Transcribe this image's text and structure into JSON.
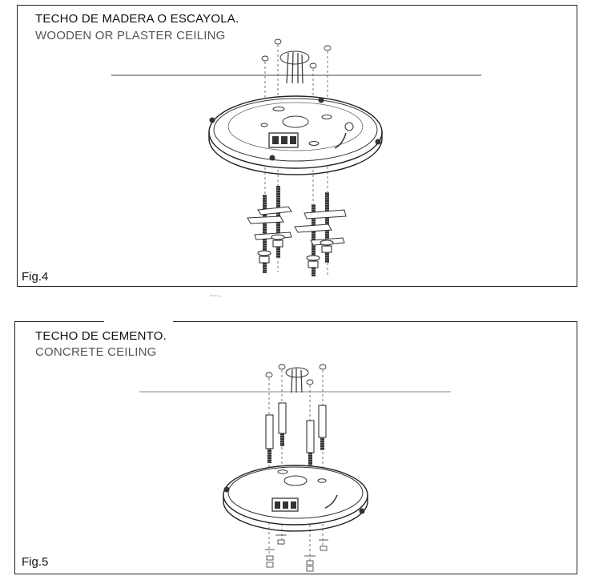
{
  "figures": [
    {
      "title_es": "TECHO DE MADERA O ESCAYOLA.",
      "title_en": "WOODEN OR PLASTER CEILING",
      "label": "Fig.4"
    },
    {
      "title_es": "TECHO DE CEMENTO.",
      "title_en": "CONCRETE CEILING",
      "label": "Fig.5"
    }
  ],
  "stray_mark": "~~·-"
}
